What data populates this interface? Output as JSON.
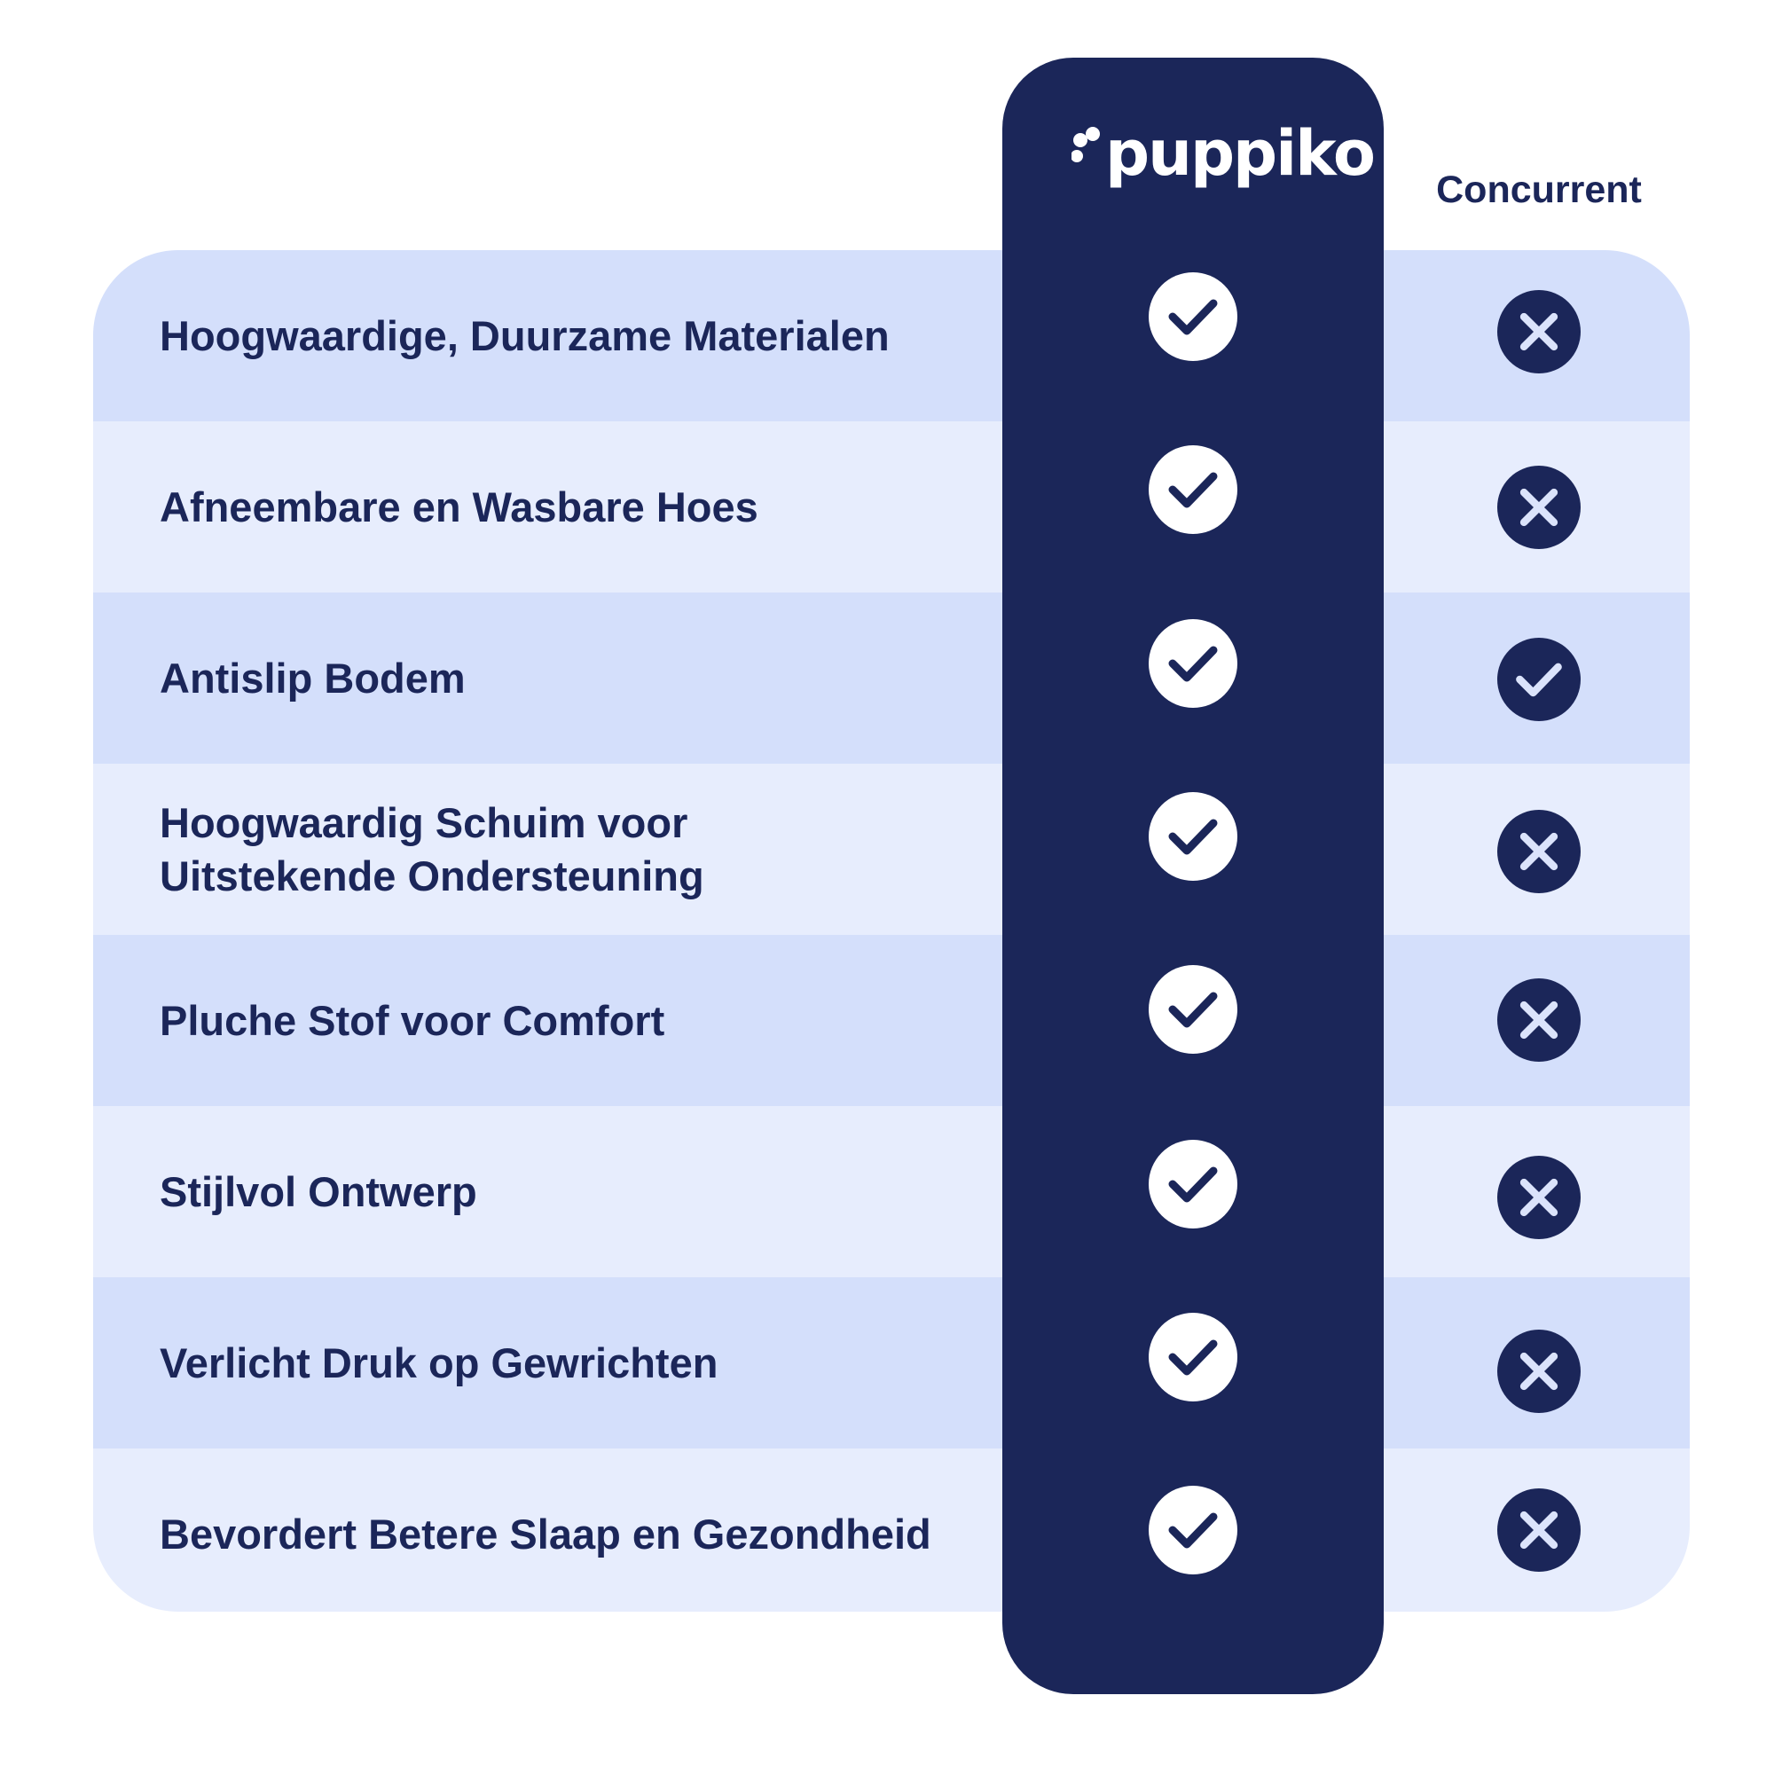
{
  "brand": {
    "name": "puppiko",
    "column_color": "#1b2659"
  },
  "competitor": {
    "label": "Concurrent"
  },
  "colors": {
    "navy": "#1b2659",
    "row_dark": "#d4dffb",
    "row_light": "#e7edfd",
    "mark_light": "#dbe3fb"
  },
  "rows": [
    {
      "feature": "Hoogwaardige, Duurzame Materialen",
      "brand": "check",
      "competitor": "cross"
    },
    {
      "feature": "Afneembare en Wasbare Hoes",
      "brand": "check",
      "competitor": "cross"
    },
    {
      "feature": "Antislip Bodem",
      "brand": "check",
      "competitor": "check"
    },
    {
      "feature": "Hoogwaardig Schuim voor\nUitstekende Ondersteuning",
      "brand": "check",
      "competitor": "cross"
    },
    {
      "feature": "Pluche Stof voor Comfort",
      "brand": "check",
      "competitor": "cross"
    },
    {
      "feature": "Stijlvol Ontwerp",
      "brand": "check",
      "competitor": "cross"
    },
    {
      "feature": "Verlicht Druk op Gewrichten",
      "brand": "check",
      "competitor": "cross"
    },
    {
      "feature": "Bevordert Betere Slaap en Gezondheid",
      "brand": "check",
      "competitor": "cross"
    }
  ]
}
